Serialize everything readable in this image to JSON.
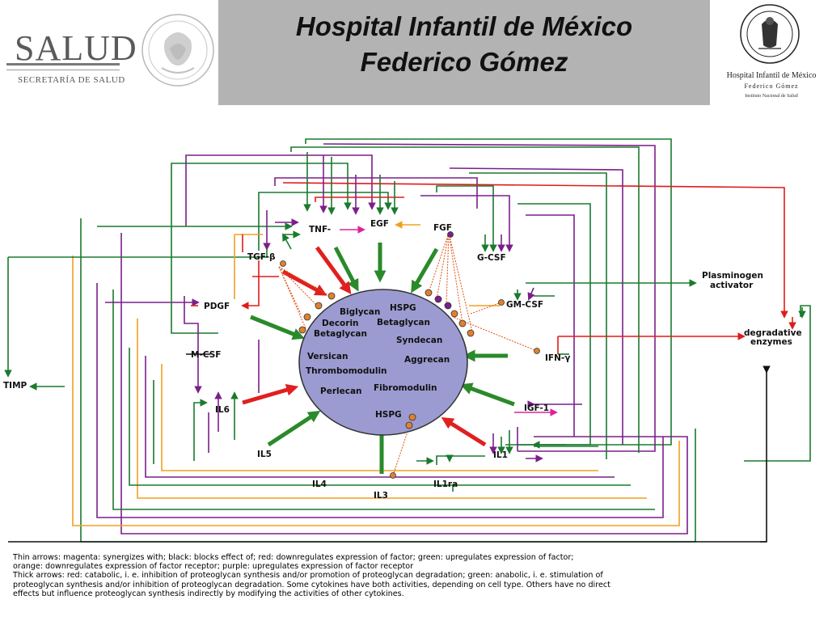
{
  "header": {
    "title_line1": "Hospital Infantil de México",
    "title_line2": "Federico Gómez",
    "salud_logo_text": "SALUD",
    "salud_subtitle": "SECRETARÍA DE SALUD",
    "seal_icon": "mexican-coat-of-arms-seal-icon",
    "hospital_logo_name": "Hospital Infantil de México",
    "hospital_logo_subname": "Federico Gómez",
    "hospital_logo_institute": "Instituto Nacional de Salud",
    "hospital_seal_icon": "hospital-seal-icon"
  },
  "diagram": {
    "center_labels": [
      "Biglycan",
      "HSPG",
      "Decorin",
      "Betaglycan",
      "Betaglycan",
      "Syndecan",
      "Versican",
      "Aggrecan",
      "Thrombomodulin",
      "Perlecan",
      "Fibromodulin",
      "HSPG"
    ],
    "nodes": {
      "tnf": "TNF-",
      "egf": "EGF",
      "fgf": "FGF",
      "tgfb": "TGF-β",
      "gcsf": "G-CSF",
      "plasminogen": "Plasminogen",
      "plasminogen2": "activator",
      "pdgf": "PDGF",
      "gmcsf": "GM-CSF",
      "degradative": "degradative",
      "degradative2": "enzymes",
      "mcsf": "M-CSF",
      "ifn": "IFN-γ",
      "timp": "TIMP",
      "il6": "IL6",
      "igf1": "IGF-1",
      "il5": "IL5",
      "il1": "IL1",
      "il4": "IL4",
      "il3": "IL3",
      "il1ra": "IL1ra"
    },
    "colors": {
      "green": "#1a7a2e",
      "purple": "#7b1f8a",
      "red": "#e01b1b",
      "orange": "#f0a020",
      "magenta": "#e0209a",
      "black": "#111111",
      "thick_green": "#2a8a2a",
      "thick_red": "#e02020",
      "ellipse_fill": "#9b9bd1"
    }
  },
  "legend": {
    "line1": "Thin arrows: magenta: synergizes with; black: blocks effect of; red: downregulates expression of factor; green: upregulates expression of factor;",
    "line2": "orange: downregulates expression of factor receptor; purple: upregulates expression of factor receptor",
    "line3": "Thick arrows: red: catabolic, i. e. inhibition of proteoglycan synthesis and/or promotion of proteoglycan degradation; green: anabolic, i. e. stimulation of",
    "line4": "proteoglycan synthesis and/or inhibition of proteoglycan degradation. Some cytokines have both activities, depending on cell type. Others have no direct",
    "line5": "effects but influence proteoglycan synthesis indirectly by modifying the activities of other cytokines."
  }
}
